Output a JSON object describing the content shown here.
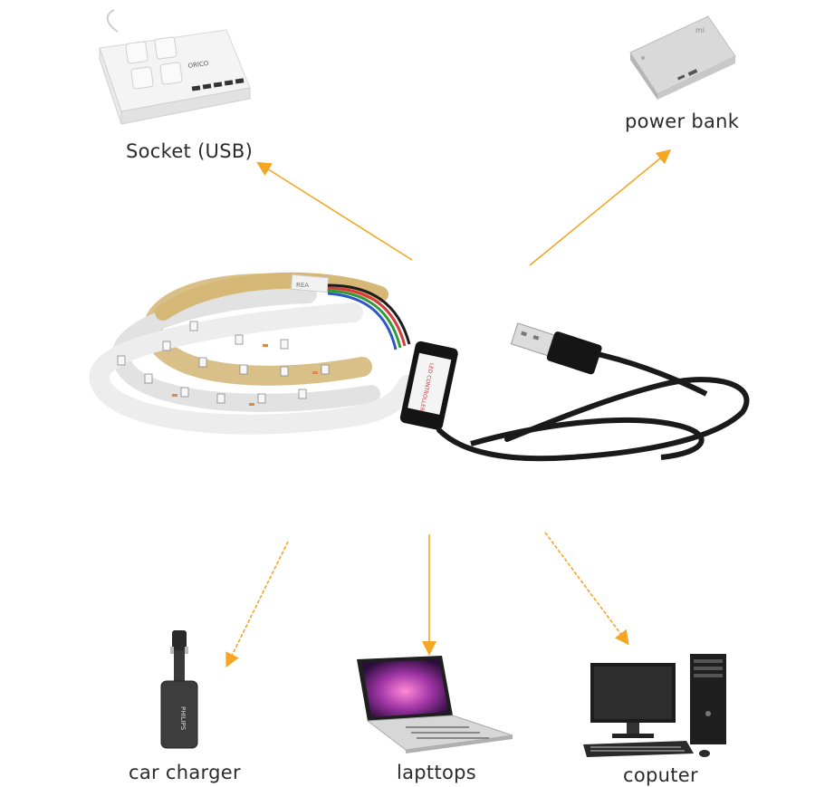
{
  "labels": {
    "socket": "Socket (USB)",
    "power_bank": "power bank",
    "car_charger": "car charger",
    "laptops": "lapttops",
    "computer": "coputer"
  },
  "strip": {
    "controller_text": "LED CONTROLLER",
    "connector_text": "REA"
  },
  "devices": {
    "socket_brand": "ORICO",
    "power_bank_brand": "mi",
    "car_charger_brand": "PHILIPS"
  },
  "colors": {
    "arrow": "#f5a623",
    "label": "#2b2b2b",
    "strip": "#d9c28a",
    "cable": "#1a1a1a"
  }
}
